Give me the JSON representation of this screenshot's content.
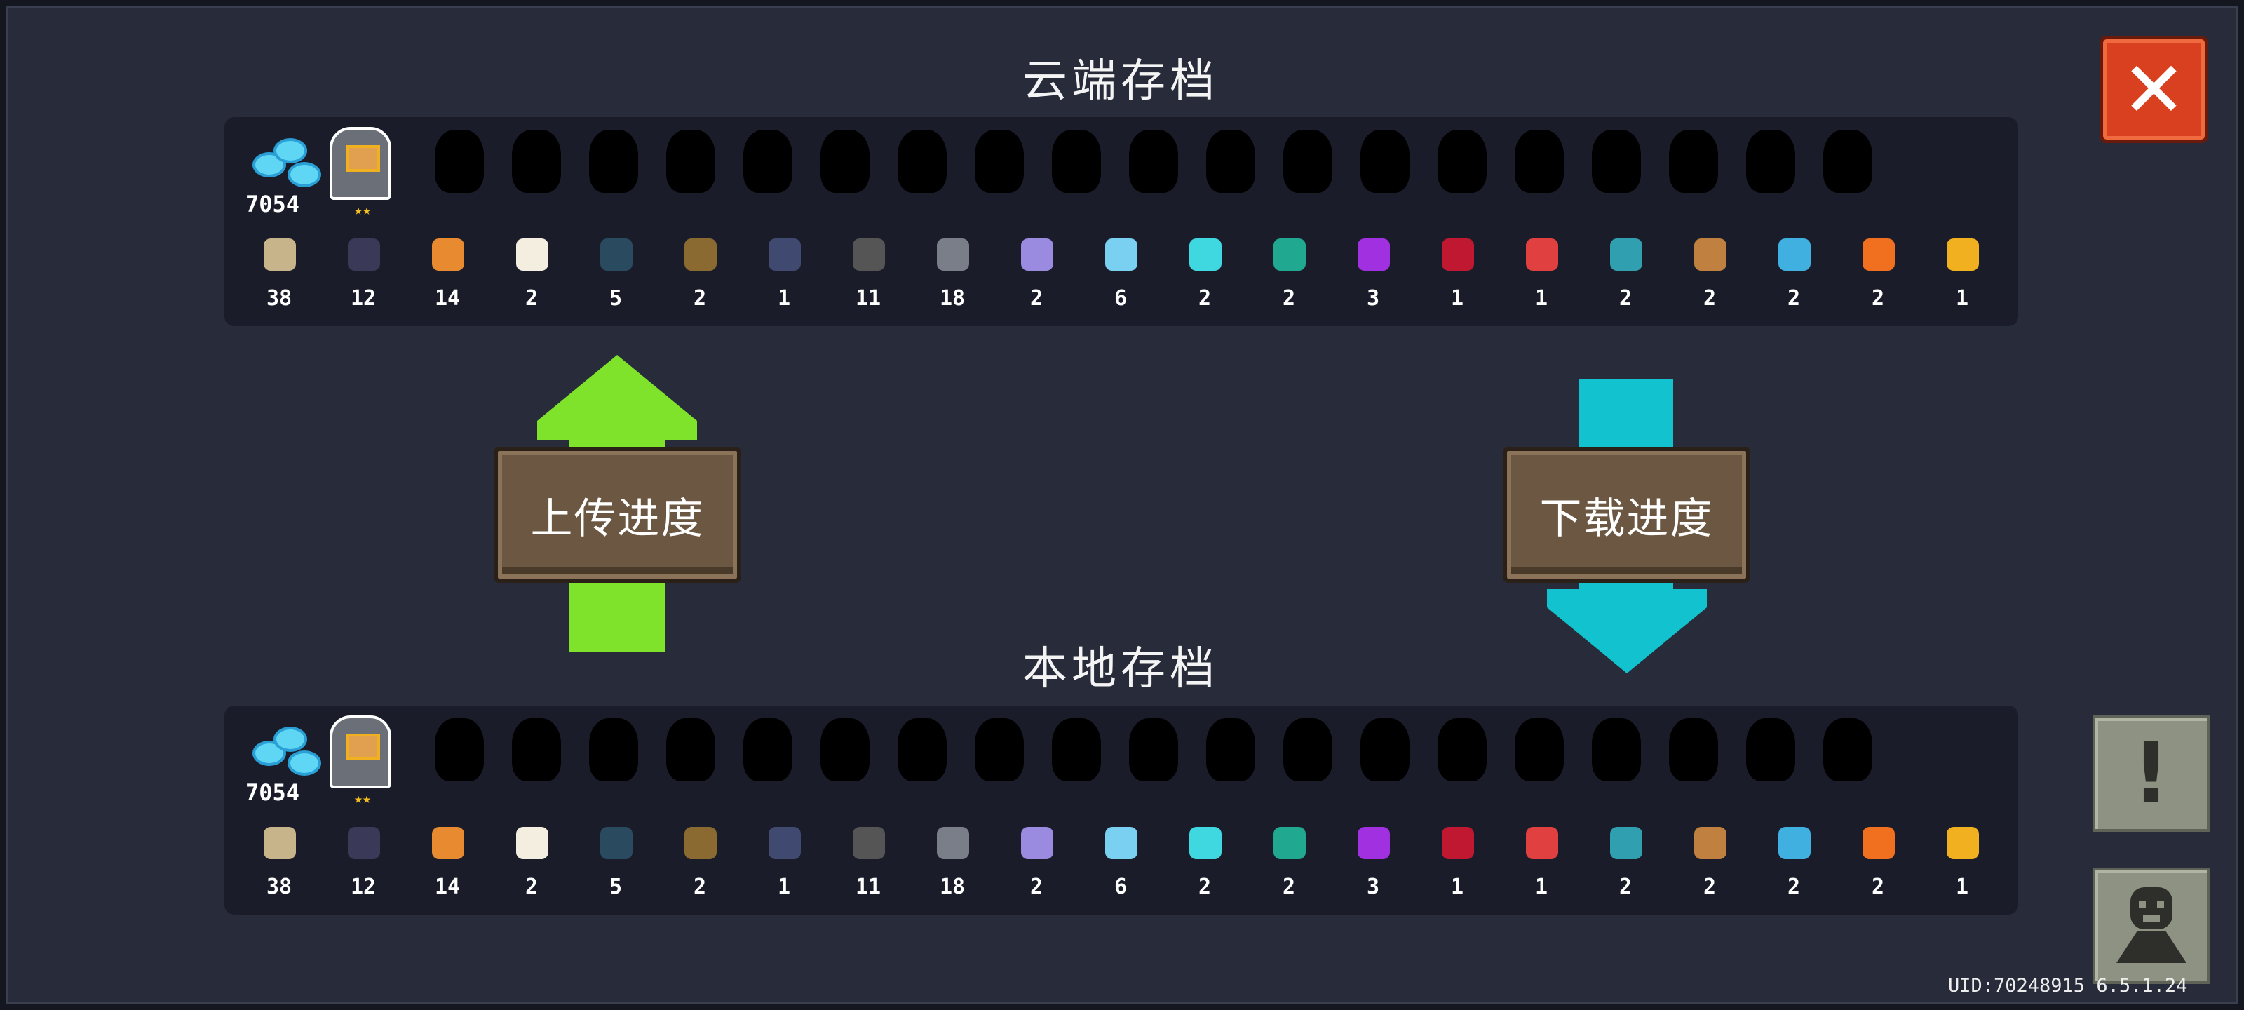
{
  "cloud_title": "云端存档",
  "local_title": "本地存档",
  "upload_label": "上传进度",
  "download_label": "下载进度",
  "close_label": "✕",
  "notice_label": "!",
  "uid_text": "UID:70248915 6.5.1.24",
  "colors": {
    "upload_arrow": "#7ee32a",
    "download_arrow": "#12c2cf",
    "close": "#d8401f"
  },
  "save": {
    "gems": "7054",
    "hero_stars": "★★",
    "locked_heroes": 19,
    "items": [
      {
        "icon": "cloth-icon",
        "count": "38",
        "color": "#c8b48a"
      },
      {
        "icon": "battery-icon",
        "count": "12",
        "color": "#3a3a58"
      },
      {
        "icon": "orange-ore-icon",
        "count": "14",
        "color": "#e88a30"
      },
      {
        "icon": "flour-bag-icon",
        "count": "2",
        "color": "#f4eee0"
      },
      {
        "icon": "fish-token-icon",
        "count": "5",
        "color": "#2a4a60"
      },
      {
        "icon": "horn-device-icon",
        "count": "2",
        "color": "#8a6a30"
      },
      {
        "icon": "beetle-icon",
        "count": "1",
        "color": "#404a70"
      },
      {
        "icon": "gear-icon",
        "count": "11",
        "color": "#555555"
      },
      {
        "icon": "iron-ore-icon",
        "count": "18",
        "color": "#7a7e88"
      },
      {
        "icon": "violet-crystal-icon",
        "count": "2",
        "color": "#9a8ae0"
      },
      {
        "icon": "ice-crystal-icon",
        "count": "6",
        "color": "#7ad0f0"
      },
      {
        "icon": "cyan-crystal-icon",
        "count": "2",
        "color": "#40d8e0"
      },
      {
        "icon": "teal-crystal-icon",
        "count": "2",
        "color": "#20a890"
      },
      {
        "icon": "purple-crystal-icon",
        "count": "3",
        "color": "#a030e0"
      },
      {
        "icon": "red-crystal-icon",
        "count": "1",
        "color": "#c01830"
      },
      {
        "icon": "cross-blade-icon",
        "count": "1",
        "color": "#e04040"
      },
      {
        "icon": "blue-flag-icon",
        "count": "2",
        "color": "#30a0b0"
      },
      {
        "icon": "circuit-board-icon",
        "count": "2",
        "color": "#c08040"
      },
      {
        "icon": "blue-feather-icon",
        "count": "2",
        "color": "#40b0e0"
      },
      {
        "icon": "carrot-icon",
        "count": "2",
        "color": "#f07020"
      },
      {
        "icon": "gold-idol-icon",
        "count": "1",
        "color": "#f0b020"
      }
    ]
  }
}
